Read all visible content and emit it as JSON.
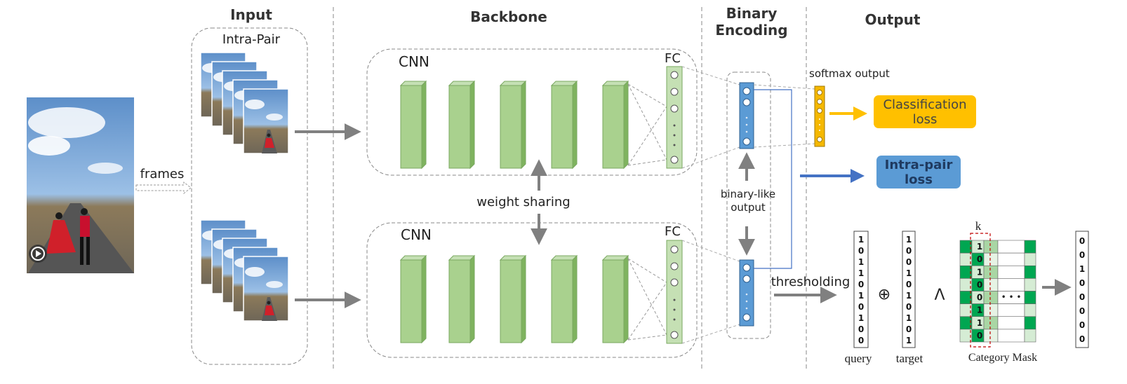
{
  "headers": {
    "input": "Input",
    "backbone": "Backbone",
    "binary_encoding_line1": "Binary",
    "binary_encoding_line2": "Encoding",
    "output": "Output"
  },
  "labels": {
    "intra_pair": "Intra-Pair",
    "frames": "frames",
    "cnn_top": "CNN",
    "cnn_bottom": "CNN",
    "fc_top": "FC",
    "fc_bottom": "FC",
    "weight_sharing": "weight sharing",
    "binary_like_line1": "binary-like",
    "binary_like_line2": "output",
    "softmax_output": "softmax output",
    "thresholding": "thresholding",
    "query": "query",
    "target": "target",
    "category_mask": "Category Mask",
    "k": "k",
    "xor_symbol": "⊕",
    "and_symbol": "Λ",
    "ellipsis": "• • •"
  },
  "boxes": {
    "classification_loss_line1": "Classification",
    "classification_loss_line2": "loss",
    "intra_pair_loss_line1": "Intra-pair",
    "intra_pair_loss_line2": "loss"
  },
  "vectors": {
    "query": [
      "1",
      "0",
      "1",
      "1",
      "0",
      "1",
      "0",
      "1",
      "0",
      "0"
    ],
    "target": [
      "1",
      "0",
      "0",
      "1",
      "0",
      "1",
      "0",
      "1",
      "0",
      "1"
    ],
    "k_column": [
      "1",
      "0",
      "1",
      "0",
      "0",
      "1",
      "1",
      "0"
    ],
    "result": [
      "0",
      "0",
      "1",
      "0",
      "0",
      "0",
      "0",
      "0"
    ]
  },
  "colors": {
    "cnn_block": "#a9d18e",
    "binary_vector": "#5b9bd5",
    "softmax": "#f5b800",
    "classification_box": "#ffc000",
    "intra_box": "#5b9bd5",
    "mask_green": "#00a651",
    "mask_light": "#d5ecd4"
  }
}
